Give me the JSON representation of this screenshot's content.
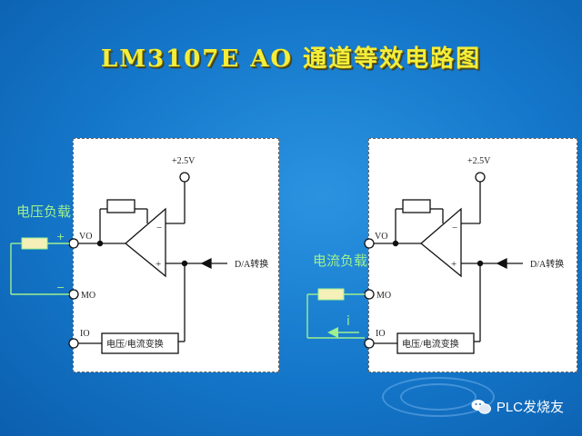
{
  "title": "LM3107E AO 通道等效电路图",
  "left_circuit": {
    "supply": "+2.5V",
    "pin_vo": "VO",
    "pin_mo": "MO",
    "pin_io": "IO",
    "da_label": "D/A转换",
    "converter_label": "电压/电流变换",
    "load_label": "电压负载",
    "plus_sign": "+",
    "minus_sign": "−",
    "opamp_minus": "−",
    "opamp_plus": "+"
  },
  "right_circuit": {
    "supply": "+2.5V",
    "pin_vo": "VO",
    "pin_mo": "MO",
    "pin_io": "IO",
    "da_label": "D/A转换",
    "converter_label": "电压/电流变换",
    "load_label": "电流负载",
    "current_label": "i",
    "opamp_minus": "−",
    "opamp_plus": "+"
  },
  "watermark": "PLC发烧友",
  "colors": {
    "background": "#1a7fd3",
    "title": "#f3ee3a",
    "green_wire": "#9ef08f",
    "load_fill": "#f5f0b8"
  }
}
